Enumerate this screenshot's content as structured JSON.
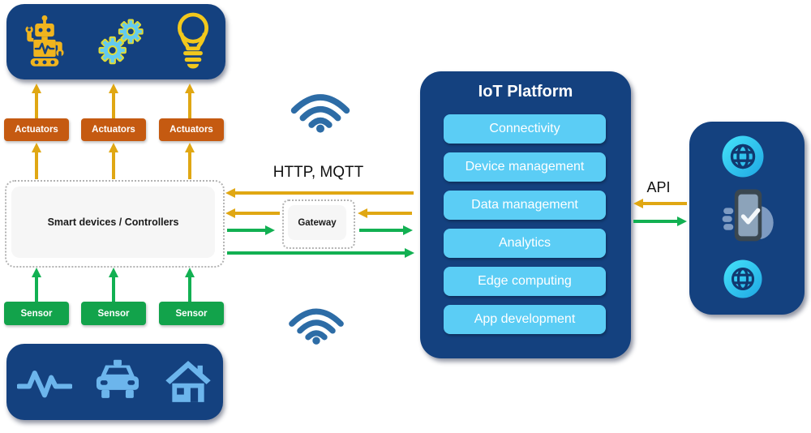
{
  "diagram": {
    "left": {
      "device_icons_top": [
        "robot-icon",
        "gears-icon",
        "lightbulb-icon"
      ],
      "actuators": [
        "Actuators",
        "Actuators",
        "Actuators"
      ],
      "controller_label": "Smart devices / Controllers",
      "sensors": [
        "Sensor",
        "Sensor",
        "Sensor"
      ],
      "device_icons_bottom": [
        "pulse-icon",
        "taxi-icon",
        "house-icon"
      ]
    },
    "middle": {
      "protocols_label": "HTTP, MQTT",
      "gateway_label": "Gateway",
      "wifi_icons": [
        "wifi-icon-top",
        "wifi-icon-bottom"
      ]
    },
    "platform": {
      "title": "IoT Platform",
      "modules": [
        "Connectivity",
        "Device management",
        "Data management",
        "Analytics",
        "Edge computing",
        "App development"
      ]
    },
    "right": {
      "api_label": "API",
      "device_icons": [
        "globe-icon",
        "phone-in-hand-icon",
        "globe-icon"
      ]
    },
    "colors": {
      "navy": "#14417F",
      "module_blue": "#5BCDF5",
      "actuator_orange": "#C55A11",
      "sensor_green": "#12A34B",
      "arrow_yellow": "#E0A713",
      "arrow_green": "#12B052",
      "wifi_blue": "#2D6CA6",
      "icon_light_blue": "#6CB5EC",
      "icon_gold": "#F0B41E"
    }
  }
}
